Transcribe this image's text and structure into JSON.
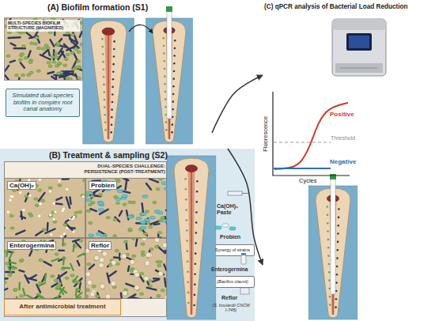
{
  "diagram": {
    "nodes": [
      {
        "text": [
          "(A) Biofilm formation (S1)"
        ]
      },
      {
        "text": [
          "MULTI-SPECIES BIOFILM STRUCTURE (MAGNIFIED)"
        ],
        "in": 0
      },
      {
        "text": [
          "Simulated dual-species biofilm in complex root canal anatomy"
        ],
        "in": 0
      },
      {
        "text": [
          "(B) Treatment & sampling (S2)"
        ]
      },
      {
        "text": [
          "DUAL-SPECIES CHALLENGE: PERSISTENCE (POST-TREATMENT)"
        ],
        "in": 3
      },
      {
        "text": [
          "Ca(OH)₂"
        ],
        "in": 4
      },
      {
        "text": [
          "Probien"
        ],
        "in": 4
      },
      {
        "text": [
          "Enterogermina"
        ],
        "in": 4
      },
      {
        "text": [
          "Reflor"
        ],
        "in": 4
      },
      {
        "text": [
          "After antimicrobial treatment"
        ],
        "in": 4
      },
      {
        "text": [
          "Synergy of strains"
        ],
        "in": 3
      },
      {
        "text": [
          "(Bacillus clausii)"
        ],
        "in": 3
      },
      {
        "text": [
          "(C) qPCR analysis of Bacterial Load Reduction"
        ]
      }
    ],
    "edges": [
      {
        "from": 0,
        "to": 12,
        "arrow": "to"
      },
      {
        "from": 3,
        "to": 12,
        "arrow": "to"
      }
    ],
    "labels": [
      "Ca(OH)₂ Paste",
      "Probien",
      "Enterogermina",
      "Reflor",
      "(S. boulardii CNCM I-745)",
      "Fluorescence",
      "Cycles",
      "Positive",
      "Threshold",
      "Negative"
    ]
  }
}
